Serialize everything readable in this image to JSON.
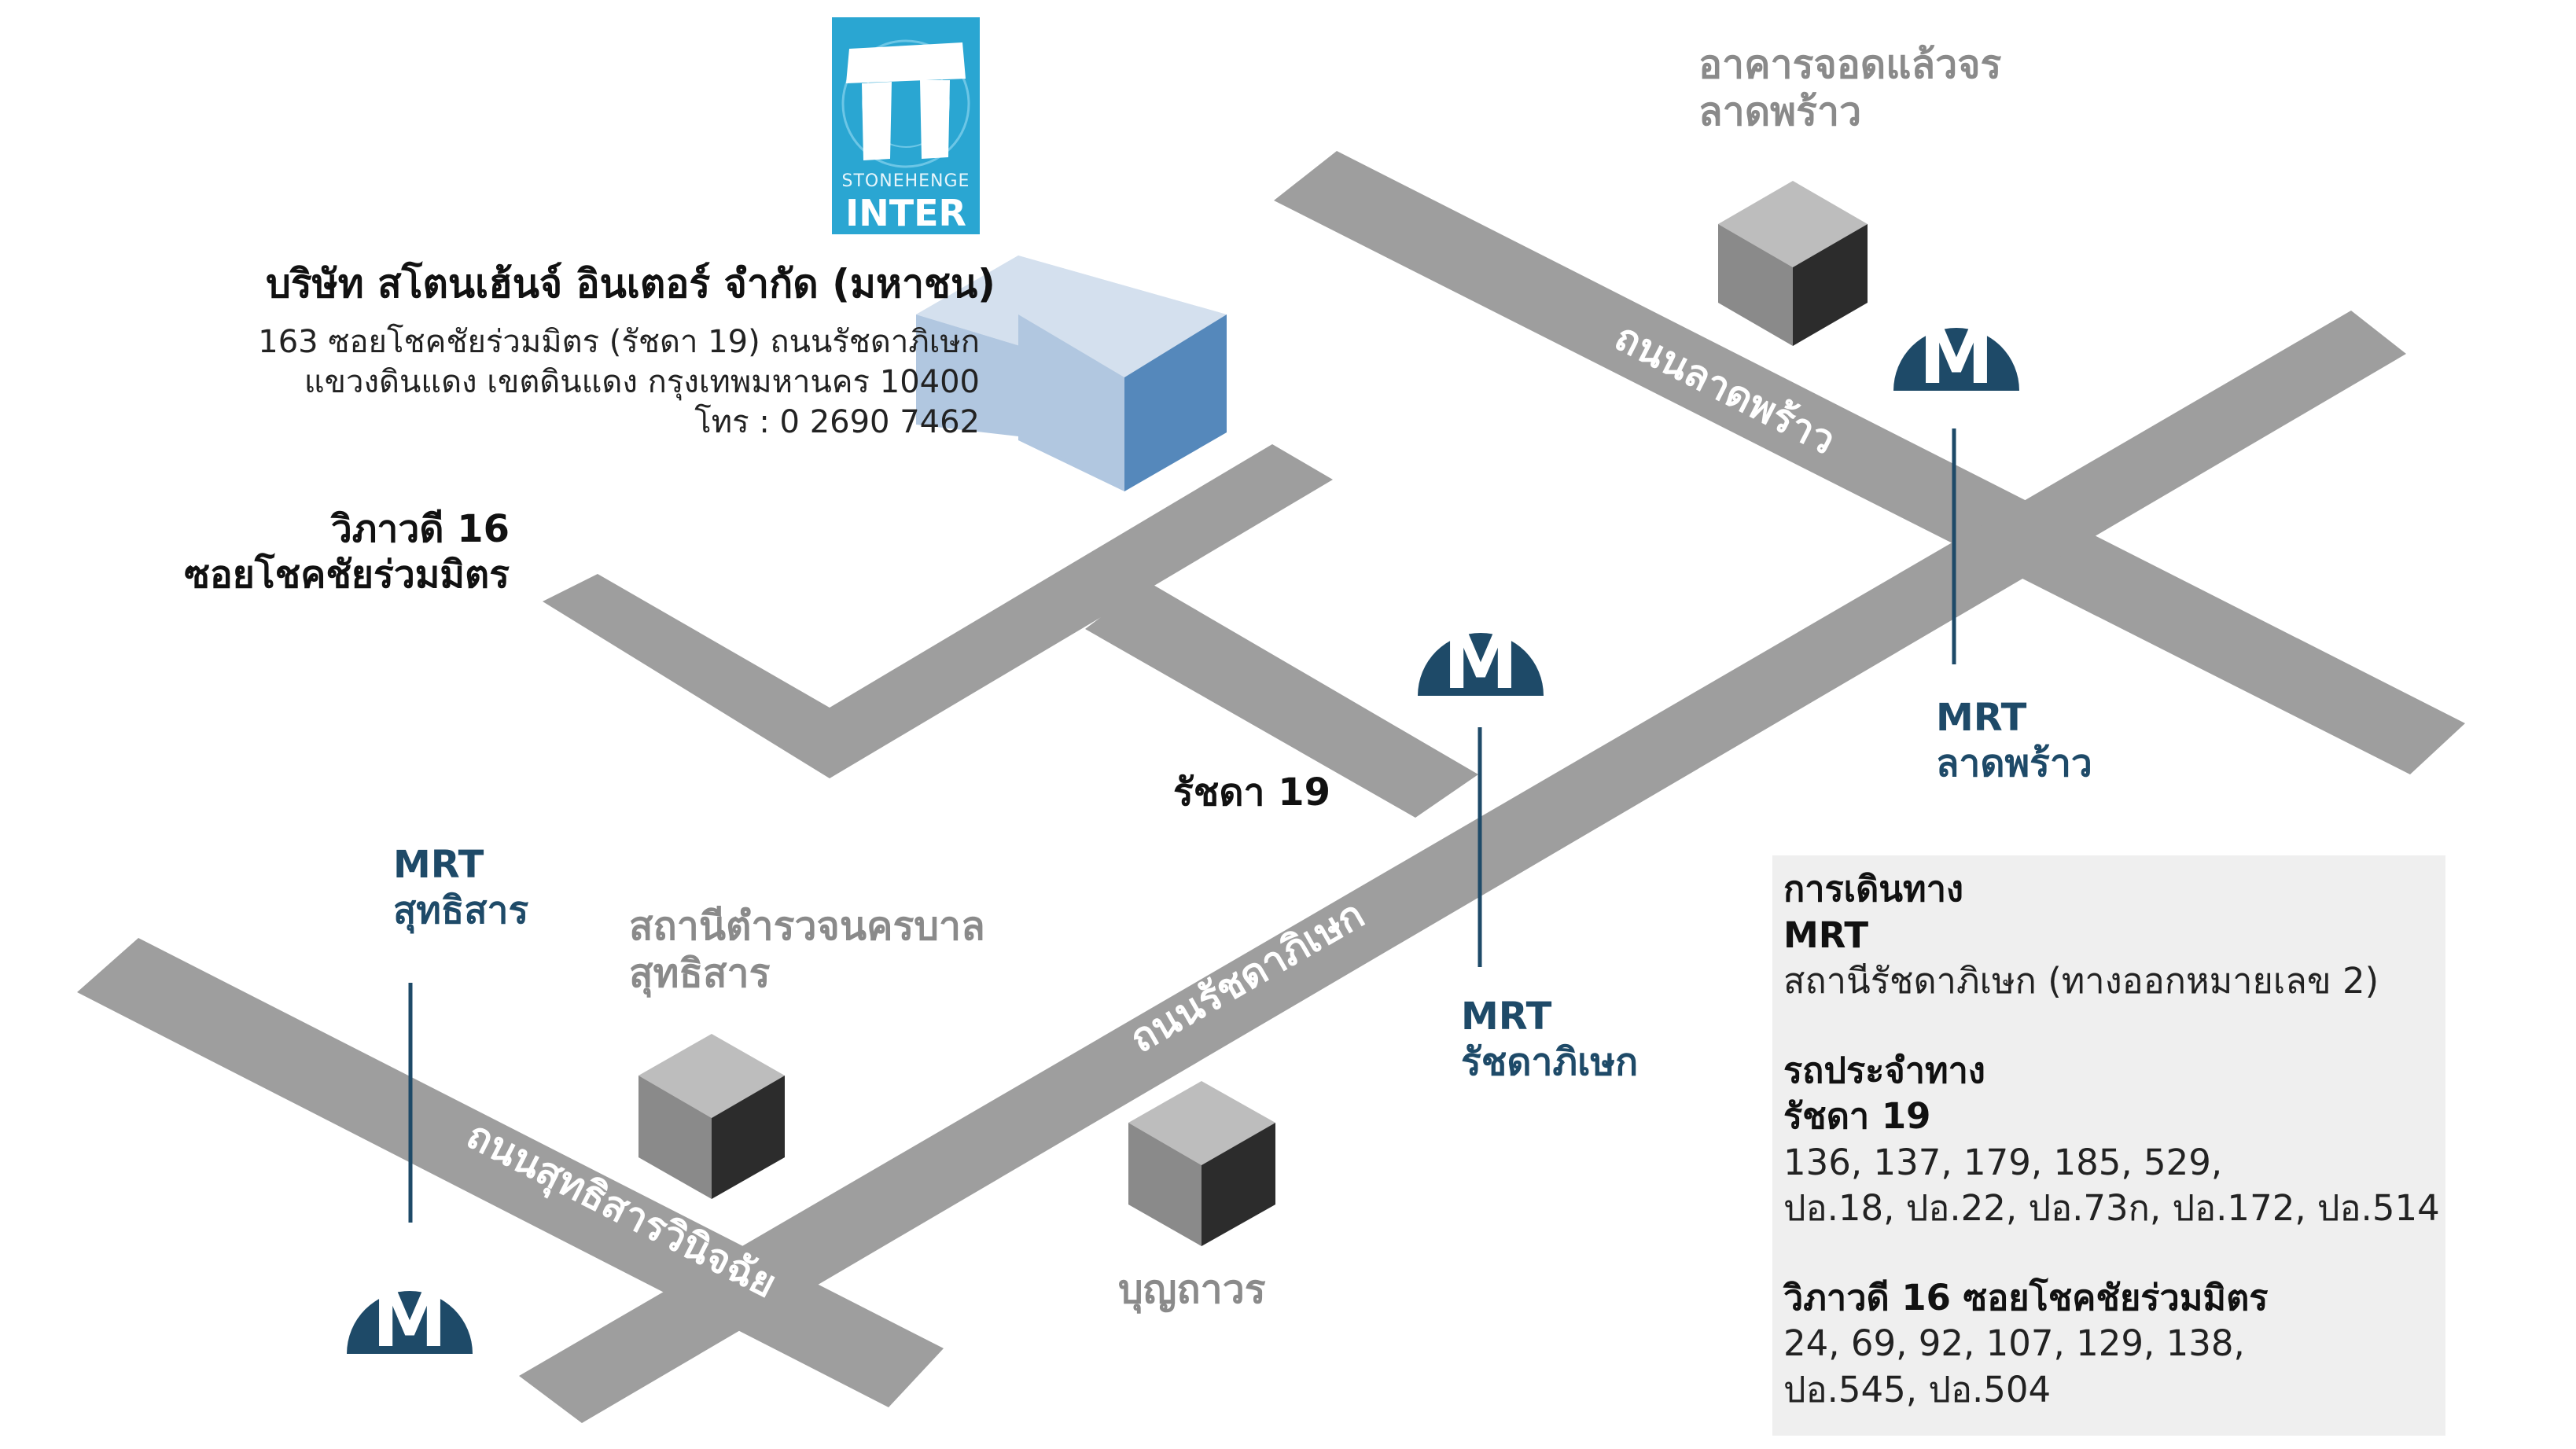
{
  "logo": {
    "sub": "STONEHENGE",
    "main": "INTER"
  },
  "company": {
    "name": "บริษัท สโตนเฮ้นจ์ อินเตอร์ จำกัด (มหาชน)",
    "address_1": "163 ซอยโชคชัยร่วมมิตร (รัชดา 19) ถนนรัชดาภิเษก",
    "address_2": "แขวงดินแดง เขตดินแดง กรุงเทพมหานคร 10400",
    "phone": "โทร : 0 2690 7462"
  },
  "roads": {
    "ladprao": "ถนนลาดพร้าว",
    "ratchada": "ถนนรัชดาภิเษก",
    "sutthisan": "ถนนสุทธิสารวินิจฉัย"
  },
  "labels": {
    "vibhavadi_1": "วิภาวดี 16",
    "vibhavadi_2": "ซอยโชคชัยร่วมมิตร",
    "ratchada19": "รัชดา 19",
    "parking_1": "อาคารจอดแล้วจร",
    "parking_2": "ลาดพร้าว",
    "police_1": "สถานีตำรวจนครบาล",
    "police_2": "สุทธิสาร",
    "boonthavorn": "บุญถาวร"
  },
  "mrt": {
    "letter": "M",
    "ladprao": {
      "line1": "MRT",
      "line2": "ลาดพร้าว"
    },
    "ratchadaphisek": {
      "line1": "MRT",
      "line2": "รัชดาภิเษก"
    },
    "sutthisan": {
      "line1": "MRT",
      "line2": "สุทธิสาร"
    }
  },
  "info": {
    "travel_heading": "การเดินทาง",
    "mrt_heading": "MRT",
    "mrt_text": "สถานีรัชดาภิเษก (ทางออกหมายเลข 2)",
    "bus_heading": "รถประจำทาง",
    "bus_r19_heading": "รัชดา 19",
    "bus_r19_line1": "136, 137, 179, 185, 529,",
    "bus_r19_line2": "ปอ.18, ปอ.22, ปอ.73ก, ปอ.172, ปอ.514",
    "bus_vib_heading": "วิภาวดี 16 ซอยโชคชัยร่วมมิตร",
    "bus_vib_line1": "24, 69, 92, 107, 129, 138,",
    "bus_vib_line2": "ปอ.545, ปอ.504"
  },
  "colors": {
    "road": "#9e9e9e",
    "mrt_navy": "#1e4a68",
    "label_grey": "#8a8a8a",
    "logo_blue": "#2aa6d2",
    "info_bg": "#efefef"
  }
}
